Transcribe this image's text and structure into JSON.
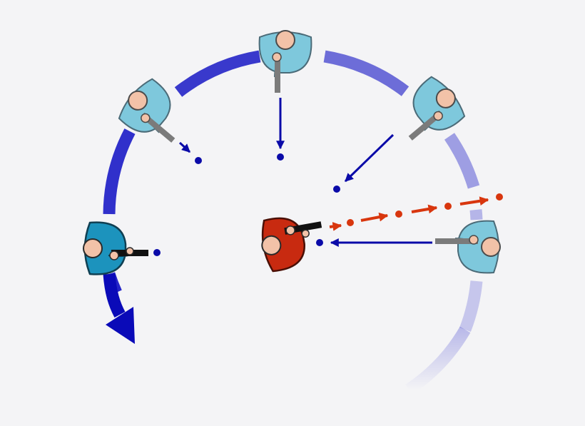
{
  "colors": {
    "background": "#f4f4f6",
    "arc": "#2525c8",
    "shot_blue": "#0a0aa8",
    "shot_red": "#d8360e",
    "figure_light": "#7ec8dc",
    "figure_active": "#1c93bd",
    "figure_center": "#c82a10",
    "skin": "#f2c2a8",
    "gun_gray": "#7b7b7b",
    "gun_black": "#111111"
  },
  "figures": [
    {
      "id": "west",
      "role": "active",
      "icon": "person-top-view"
    },
    {
      "id": "northwest",
      "role": "ghost",
      "icon": "person-top-view"
    },
    {
      "id": "north",
      "role": "ghost",
      "icon": "person-top-view"
    },
    {
      "id": "northeast",
      "role": "ghost",
      "icon": "person-top-view"
    },
    {
      "id": "east",
      "role": "ghost",
      "icon": "person-top-view"
    },
    {
      "id": "center",
      "role": "target",
      "icon": "person-top-view"
    }
  ],
  "motion": {
    "direction": "counter-clockwise",
    "icon": "curved-arrow"
  }
}
